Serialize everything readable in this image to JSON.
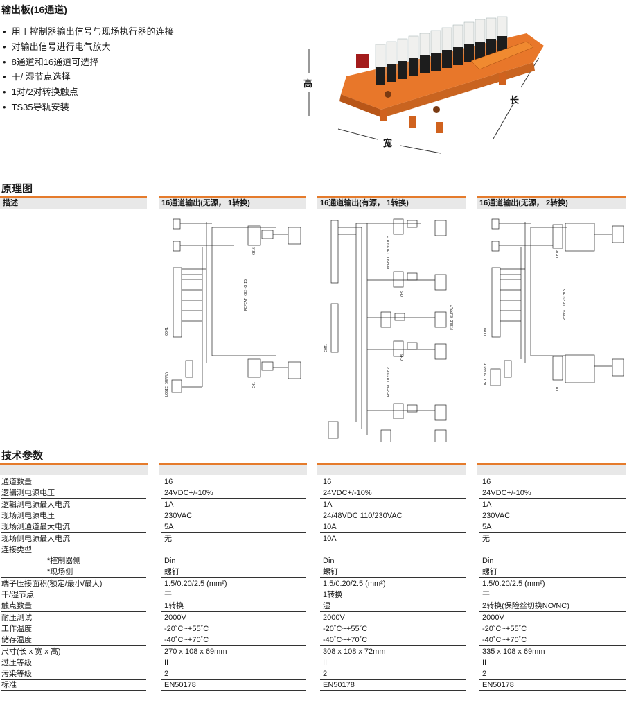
{
  "title": "输出板(16通道)",
  "features": [
    "用于控制器输出信号与现场执行器的连接",
    "对输出信号进行电气放大",
    "8通道和16通道可选择",
    "干/ 湿节点选择",
    "1对/2对转换触点",
    "TS35导轨安装"
  ],
  "product_dims": {
    "height_label": "高",
    "length_label": "长",
    "width_label": "宽"
  },
  "schematic": {
    "section_title": "原理图",
    "desc_header": "描述",
    "columns": [
      {
        "header": "16通道输出(无源， 1转换)"
      },
      {
        "header": "16通道输出(有源， 1转换)"
      },
      {
        "header": "16通道输出(无源， 2转换)"
      }
    ],
    "diagram_text": {
      "repeat_1": "REPEAT CH2~CH15",
      "ch16": "CH16",
      "ch1": "CH1",
      "logic": "LOGIC SUPPLY",
      "repeat_2a": "REPEAT CH10~CH15",
      "repeat_2b": "REPEAT CH2~CH7",
      "ch9": "CH9",
      "ch8": "CH8",
      "field": "FIELD SUPPLY",
      "com1": "COM1"
    }
  },
  "specs": {
    "section_title": "技术参数",
    "rows": [
      {
        "label": "通道数量",
        "values": [
          "16",
          "16",
          "16"
        ]
      },
      {
        "label": "逻辑测电源电压",
        "values": [
          "24VDC+/-10%",
          "24VDC+/-10%",
          "24VDC+/-10%"
        ]
      },
      {
        "label": "逻辑测电源最大电流",
        "values": [
          "1A",
          "1A",
          "1A"
        ]
      },
      {
        "label": "现场测电源电压",
        "values": [
          "230VAC",
          "24/48VDC 110/230VAC",
          "230VAC"
        ]
      },
      {
        "label": "现场测通道最大电流",
        "values": [
          "5A",
          "10A",
          "5A"
        ]
      },
      {
        "label": "现场侧电源最大电流",
        "values": [
          "无",
          "10A",
          "无"
        ]
      },
      {
        "label": "连接类型",
        "values": [
          "",
          "",
          ""
        ]
      },
      {
        "label": "*控制器侧",
        "values": [
          "Din",
          "Din",
          "Din"
        ],
        "indent": true
      },
      {
        "label": "*现场侧",
        "values": [
          "螺钉",
          "螺钉",
          "螺钉"
        ],
        "indent": true
      },
      {
        "label": "端子压接面积(额定/最小/最大)",
        "values": [
          "1.5/0.20/2.5 (mm²)",
          "1.5/0.20/2.5 (mm²)",
          "1.5/0.20/2.5 (mm²)"
        ]
      },
      {
        "label": "干/湿节点",
        "values": [
          "干",
          "1转换",
          "干"
        ]
      },
      {
        "label": "触点数量",
        "values": [
          "1转换",
          "湿",
          "2转换(保险丝切换NO/NC)"
        ]
      },
      {
        "label": "耐压测试",
        "values": [
          "2000V",
          "2000V",
          "2000V"
        ]
      },
      {
        "label": "工作温度",
        "values": [
          "-20˚C~+55˚C",
          "-20˚C~+55˚C",
          "-20˚C~+55˚C"
        ]
      },
      {
        "label": "储存温度",
        "values": [
          "-40˚C~+70˚C",
          "-40˚C~+70˚C",
          "-40˚C~+70˚C"
        ]
      },
      {
        "label": "尺寸(长 x 宽 x 高)",
        "values": [
          "270 x 108 x 69mm",
          "308 x 108 x 72mm",
          "335 x 108 x 69mm"
        ]
      },
      {
        "label": "过压等级",
        "values": [
          "II",
          "II",
          "II"
        ]
      },
      {
        "label": "污染等级",
        "values": [
          "2",
          "2",
          "2"
        ]
      },
      {
        "label": "标准",
        "values": [
          "EN50178",
          "EN50178",
          "EN50178"
        ]
      }
    ]
  },
  "colors": {
    "accent": "#e57b2c",
    "bar": "#e8e8e8",
    "board": "#e8772a"
  }
}
